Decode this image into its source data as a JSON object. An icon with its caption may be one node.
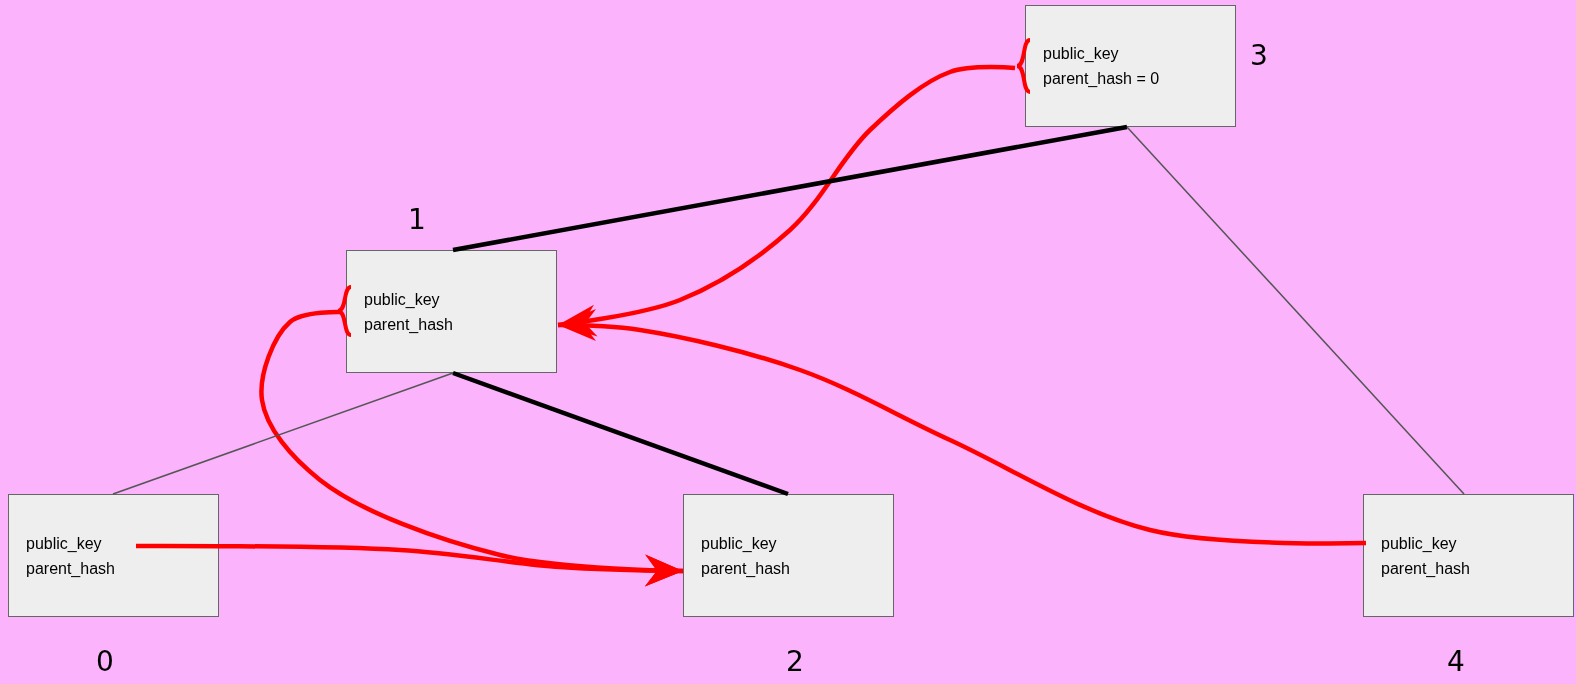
{
  "diagram": {
    "nodes": [
      {
        "text": [
          "public_key",
          "parent_hash"
        ],
        "beside": [
          "0"
        ]
      },
      {
        "text": [
          "public_key",
          "parent_hash"
        ],
        "beside": [
          "1"
        ]
      },
      {
        "text": [
          "public_key",
          "parent_hash"
        ],
        "beside": [
          "2"
        ]
      },
      {
        "text": [
          "public_key",
          "parent_hash = 0"
        ],
        "beside": [
          "3"
        ]
      },
      {
        "text": [
          "public_key",
          "parent_hash"
        ],
        "beside": [
          "4"
        ]
      }
    ],
    "edges": [
      {
        "from": 0,
        "to": 2,
        "arrow": "to"
      },
      {
        "from": 1,
        "to": 2,
        "arrow": "to"
      },
      {
        "from": 3,
        "to": 1,
        "arrow": "to"
      },
      {
        "from": 4,
        "to": 1,
        "arrow": "to"
      },
      {
        "from": 1,
        "to": 3,
        "arrow": "none",
        "color": "#000000"
      },
      {
        "from": 1,
        "to": 2,
        "arrow": "none",
        "color": "#000000"
      },
      {
        "from": 1,
        "to": 0,
        "arrow": "none",
        "color": "#555555"
      },
      {
        "from": 3,
        "to": 4,
        "arrow": "none",
        "color": "#555555"
      }
    ]
  }
}
